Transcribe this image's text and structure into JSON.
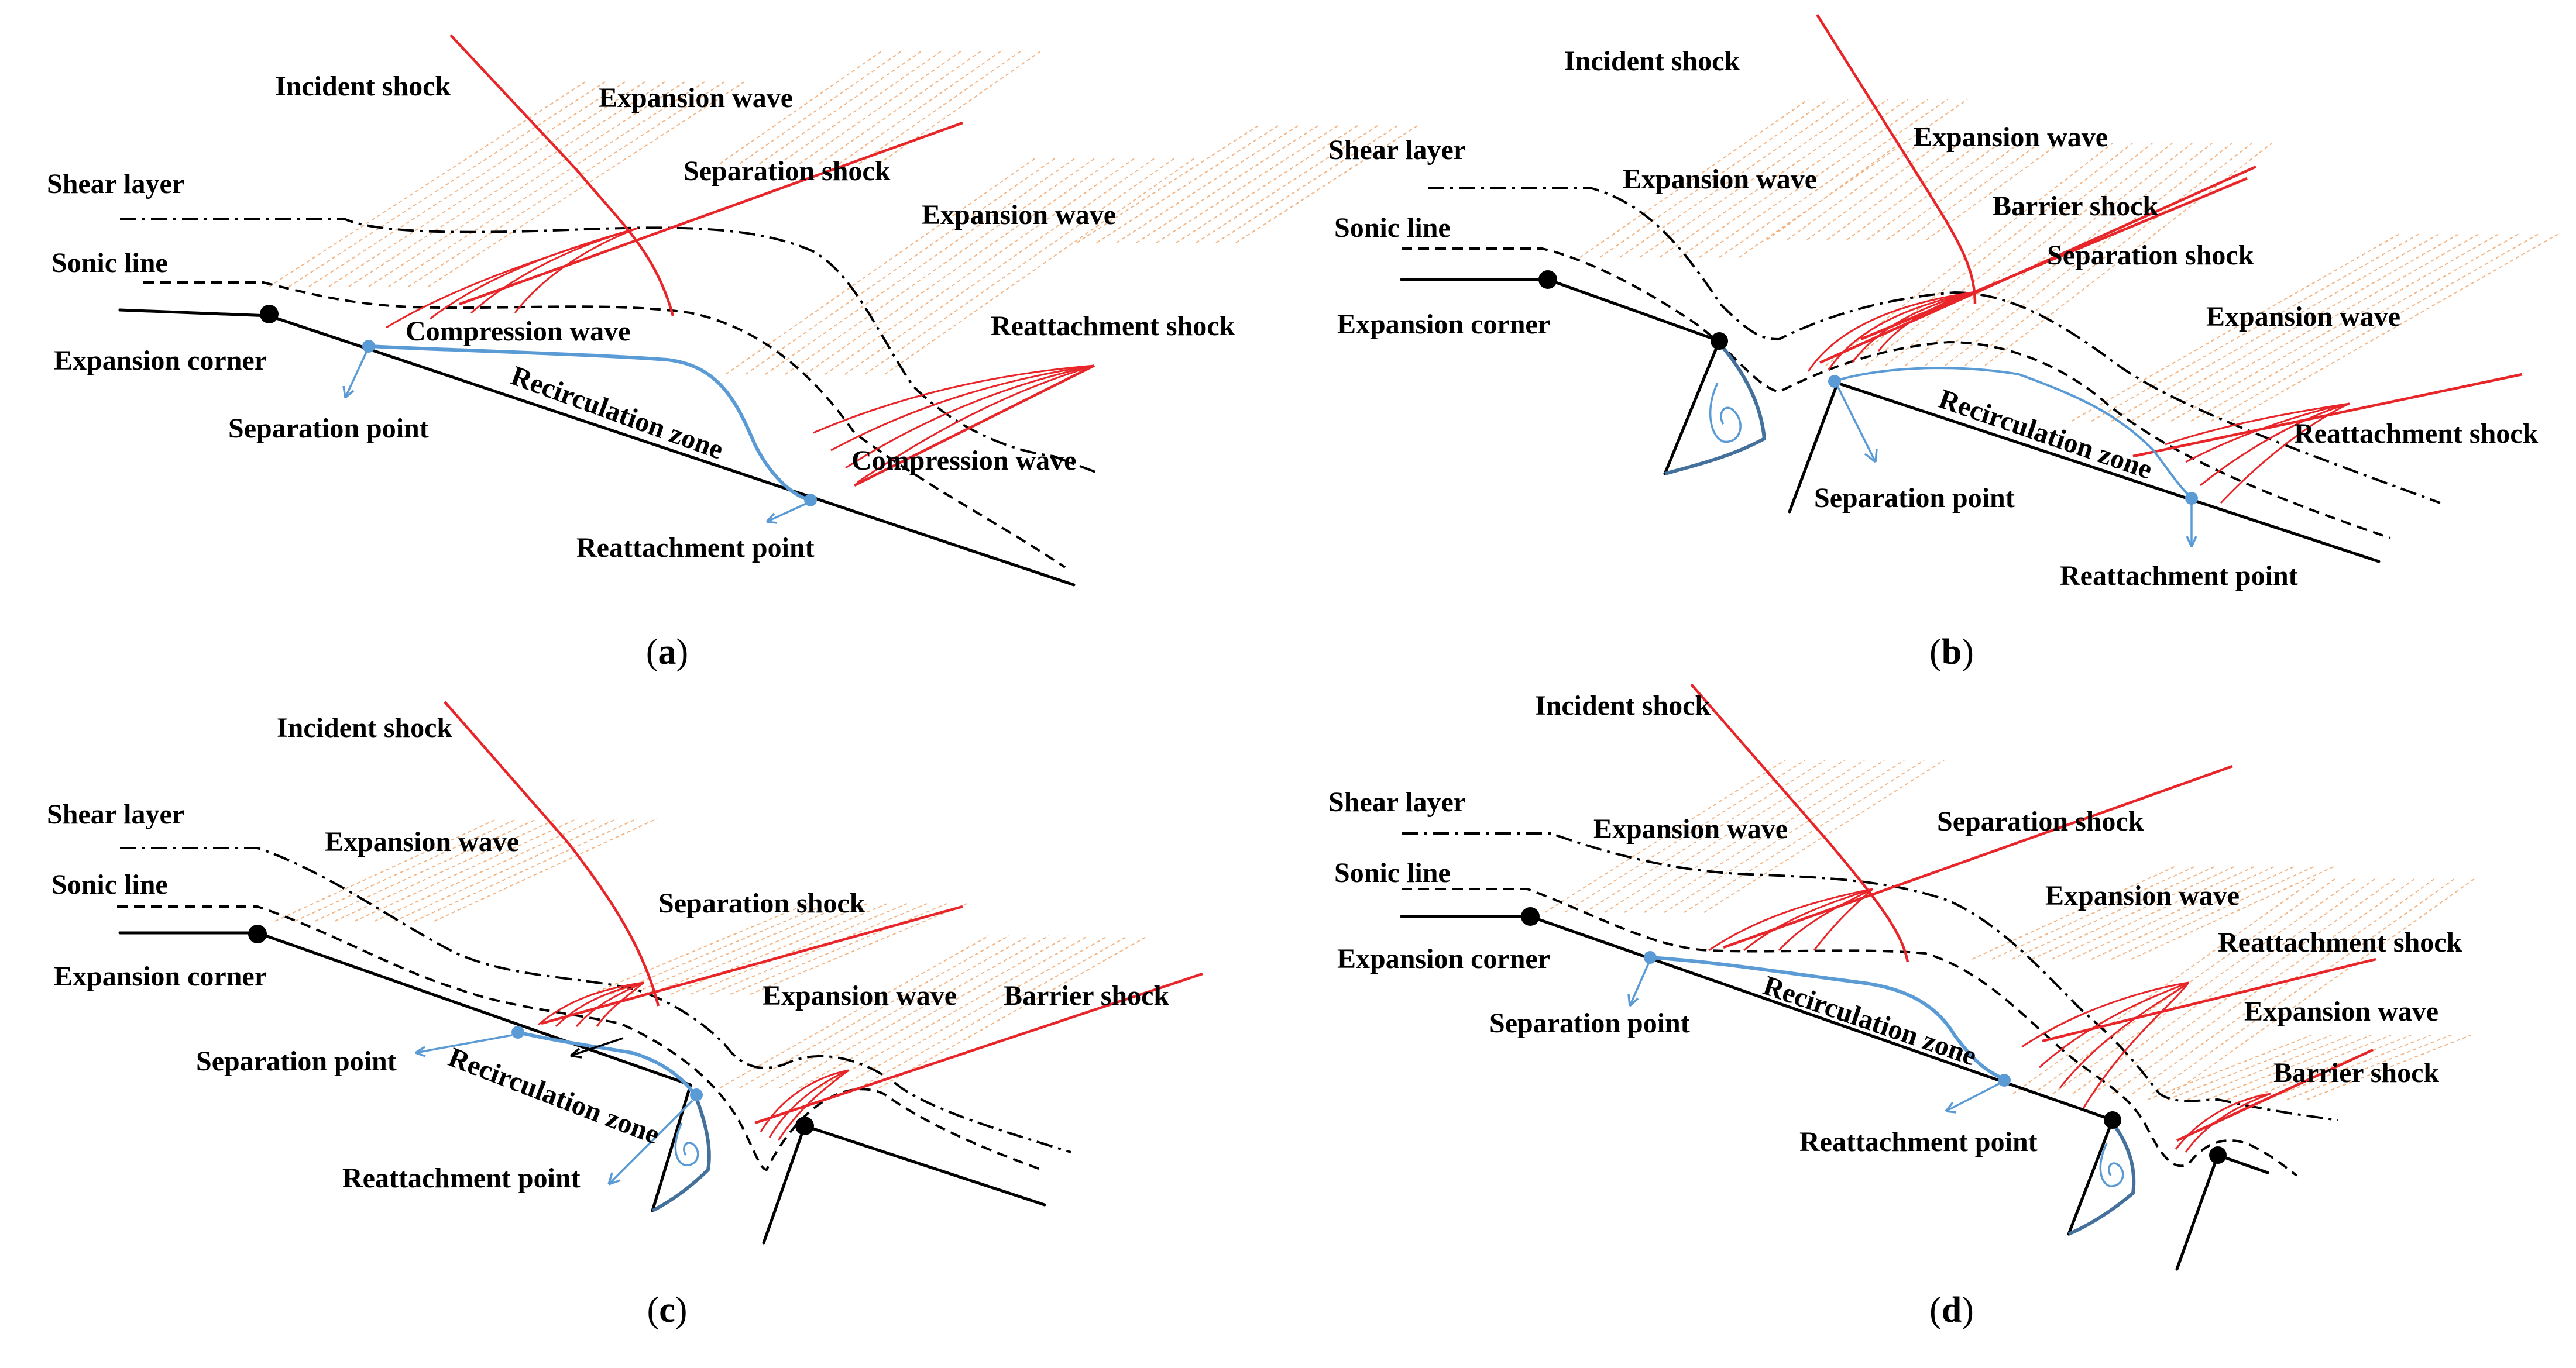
{
  "colors": {
    "shock": "#e8262a",
    "fan": "#f2b482",
    "recirc": "#5b9bd5",
    "vortex": "#44709c",
    "wall": "#000000"
  },
  "panels": {
    "a": {
      "caption": "a",
      "labels": {
        "incident_shock": "Incident shock",
        "expansion_wave_1": "Expansion wave",
        "shear_layer": "Shear layer",
        "separation_shock": "Separation shock",
        "expansion_wave_2": "Expansion wave",
        "sonic_line": "Sonic line",
        "reattachment_shock": "Reattachment shock",
        "compression_wave_1": "Compression wave",
        "expansion_corner": "Expansion corner",
        "recirculation_zone": "Recirculation zone",
        "separation_point": "Separation point",
        "compression_wave_2": "Compression wave",
        "reattachment_point": "Reattachment point"
      }
    },
    "b": {
      "caption": "b",
      "labels": {
        "incident_shock": "Incident shock",
        "expansion_wave_1": "Expansion wave",
        "shear_layer": "Shear layer",
        "expansion_wave_2": "Expansion wave",
        "barrier_shock": "Barrier  shock",
        "sonic_line": "Sonic line",
        "separation_shock": "Separation shock",
        "expansion_wave_3": "Expansion wave",
        "expansion_corner": "Expansion corner",
        "reattachment_shock": "Reattachment shock",
        "recirculation_zone": "Recirculation zone",
        "separation_point": "Separation point",
        "reattachment_point": "Reattachment point"
      }
    },
    "c": {
      "caption": "c",
      "labels": {
        "incident_shock": "Incident shock",
        "shear_layer": "Shear layer",
        "expansion_wave_1": "Expansion wave",
        "sonic_line": "Sonic line",
        "separation_shock": "Separation shock",
        "expansion_corner": "Expansion corner",
        "expansion_wave_2": "Expansion wave",
        "barrier_shock": "Barrier  shock",
        "separation_point": "Separation point",
        "recirculation_zone": "Recirculation zone",
        "reattachment_point": "Reattachment point"
      }
    },
    "d": {
      "caption": "d",
      "labels": {
        "incident_shock": "Incident shock",
        "shear_layer": "Shear layer",
        "expansion_wave_1": "Expansion wave",
        "separation_shock": "Separation shock",
        "sonic_line": "Sonic line",
        "expansion_wave_2": "Expansion wave",
        "expansion_corner": "Expansion corner",
        "reattachment_shock": "Reattachment shock",
        "separation_point": "Separation point",
        "recirculation_zone": "Recirculation zone",
        "expansion_wave_3": "Expansion wave",
        "barrier_shock": "Barrier  shock",
        "reattachment_point": "Reattachment point"
      }
    }
  }
}
